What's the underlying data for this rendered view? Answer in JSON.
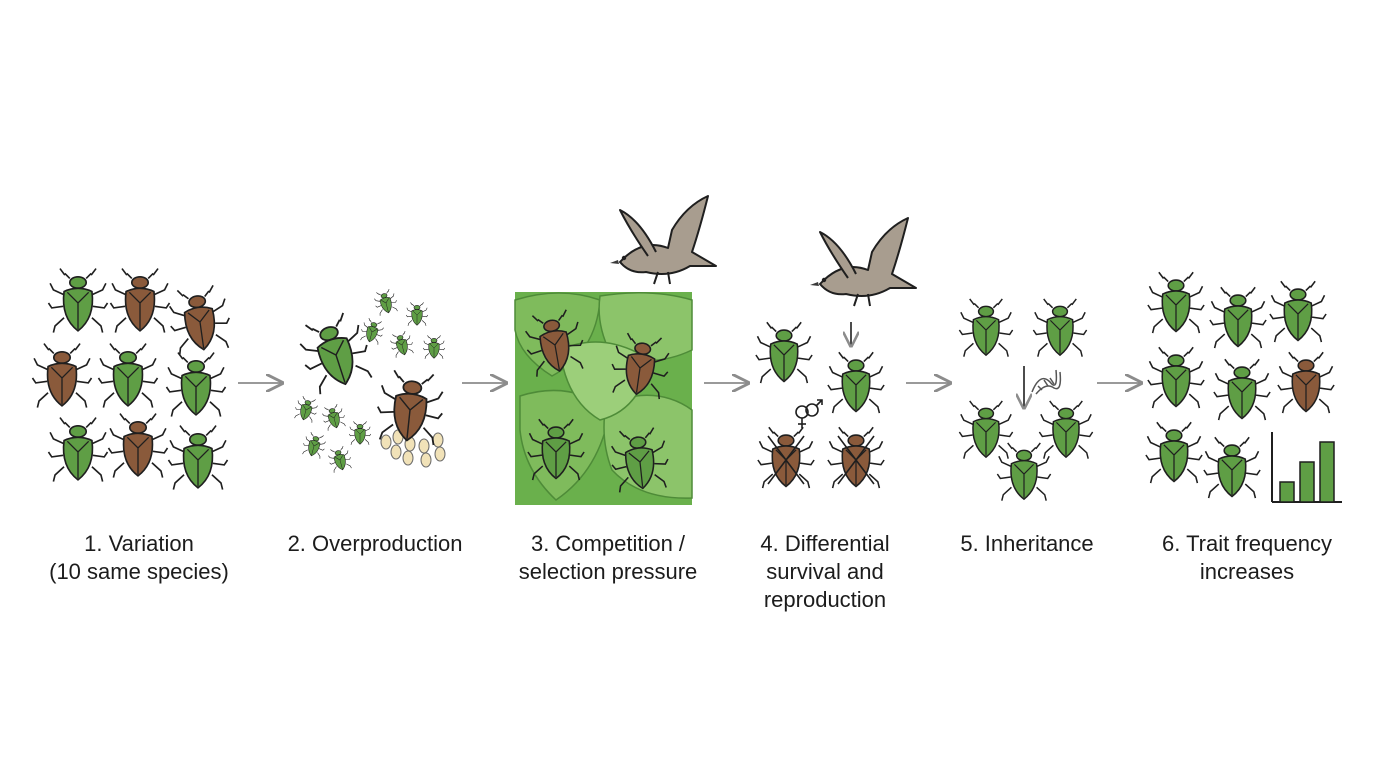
{
  "stages": [
    {
      "id": "variation",
      "lines": [
        "1. Variation",
        "(10 same species)"
      ]
    },
    {
      "id": "overproduction",
      "lines": [
        "2. Overproduction"
      ]
    },
    {
      "id": "competition",
      "lines": [
        "3. Competition /",
        "selection pressure"
      ]
    },
    {
      "id": "differential",
      "lines": [
        "4. Differential",
        "survival and",
        "reproduction"
      ]
    },
    {
      "id": "inheritance",
      "lines": [
        "5. Inheritance"
      ]
    },
    {
      "id": "frequency",
      "lines": [
        "6. Trait frequency",
        "increases"
      ]
    }
  ],
  "colors": {
    "green_beetle": "#5f9e45",
    "brown_beetle": "#8a5a3b",
    "outline": "#1f1f1f",
    "leaf": "#6ab04c",
    "leaf_light": "#8cc46a",
    "bird": "#a89d8f",
    "egg": "#f1e2b8",
    "arrow": "#8c8c8c",
    "bar": "#5f9e45"
  },
  "icons": {
    "predator": "bird-icon",
    "mating": "male-female-icon",
    "genetics": "dna-icon",
    "growth": "bar-chart-icon"
  },
  "trait_chart": {
    "values": [
      1,
      2,
      3
    ]
  }
}
